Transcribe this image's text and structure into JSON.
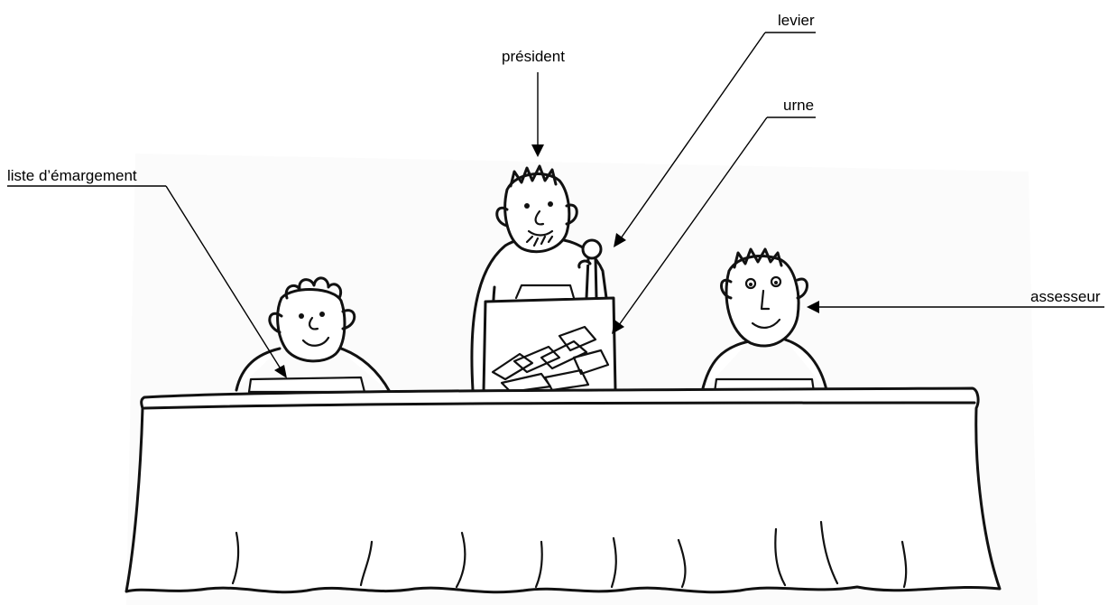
{
  "labels": {
    "liste": "liste d’émargement",
    "president": "président",
    "levier": "levier",
    "urne": "urne",
    "assesseur": "assesseur"
  },
  "colors": {
    "ink": "#111111",
    "background": "#ffffff"
  }
}
